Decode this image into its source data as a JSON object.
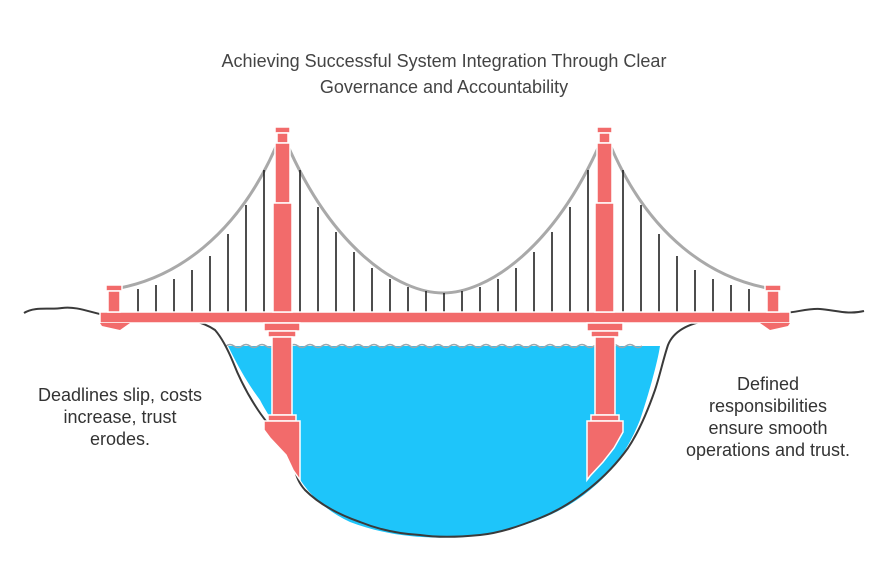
{
  "title": {
    "line1": "Achieving Successful System Integration Through Clear",
    "line2": "Governance and Accountability"
  },
  "left_note": {
    "lines": [
      "Deadlines slip, costs",
      "increase, trust",
      "erodes."
    ]
  },
  "right_note": {
    "lines": [
      "Defined",
      "responsibilities",
      "ensure smooth",
      "operations and trust."
    ]
  },
  "colors": {
    "tower": "#F26B6B",
    "water": "#1EC5FA",
    "cable": "#A9A9A9",
    "ground": "#3A3A3A",
    "hanger": "#222222"
  }
}
